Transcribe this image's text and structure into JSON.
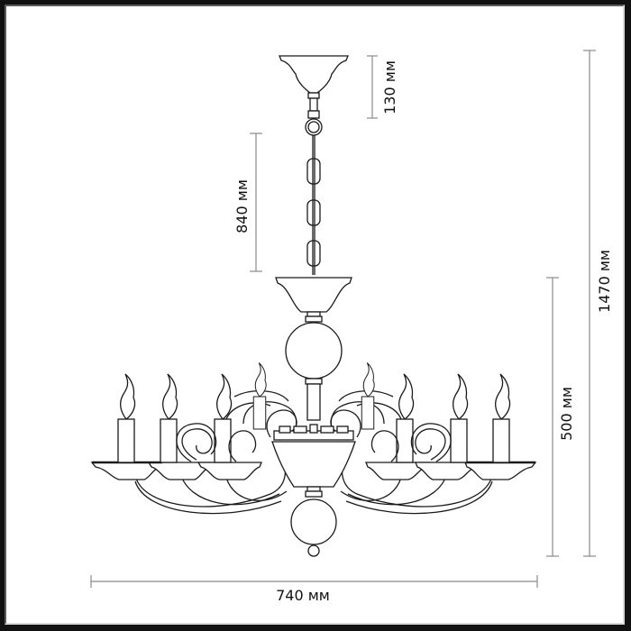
{
  "drawing": {
    "subject": "chandelier",
    "candles": 8,
    "units": "мм"
  },
  "dimensions": {
    "canopy_height": {
      "value": 130,
      "label": "130 мм"
    },
    "chain_length": {
      "value": 840,
      "label": "840 мм"
    },
    "body_height": {
      "value": 500,
      "label": "500 мм"
    },
    "total_height": {
      "value": 1470,
      "label": "1470 мм"
    },
    "width": {
      "value": 740,
      "label": "740 мм"
    }
  },
  "colors": {
    "frame_outer": "#111111",
    "frame_inner_dark": "#5a5a5a",
    "frame_inner_light": "#d8d8d8",
    "background": "#ffffff",
    "line": "#1a1a1a",
    "dimension_line": "#8a8a8a"
  }
}
